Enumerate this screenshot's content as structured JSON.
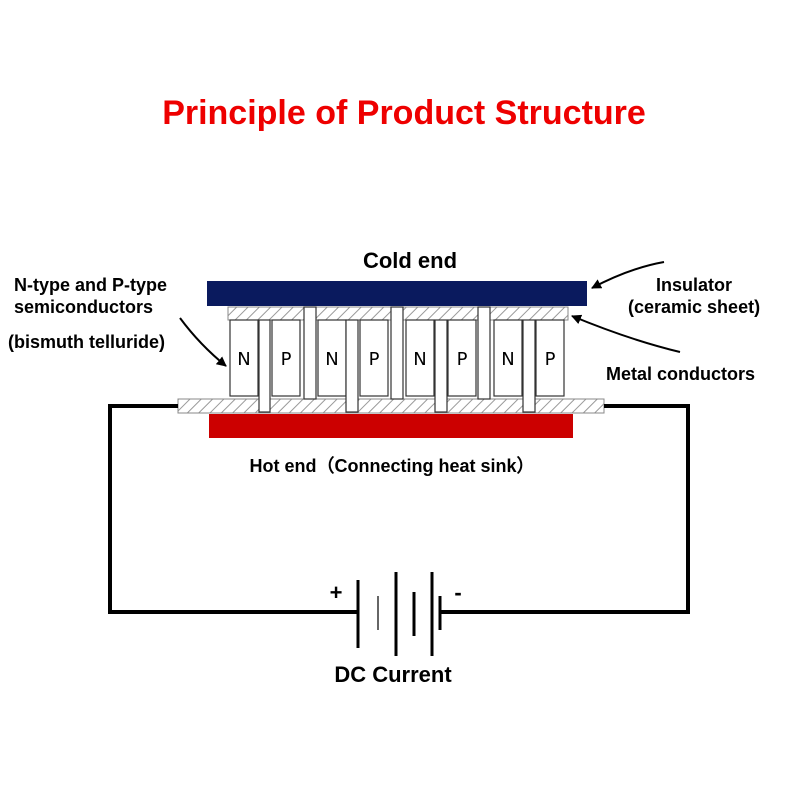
{
  "title": "Principle of Product Structure",
  "labels": {
    "cold_end": "Cold end",
    "insulator_line1": "Insulator",
    "insulator_line2": "(ceramic sheet)",
    "semi_line1": "N-type and P-type",
    "semi_line2": "semiconductors",
    "semi_line3": "(bismuth telluride)",
    "metal_conductors": "Metal conductors",
    "hot_end": "Hot end（Connecting heat sink）",
    "dc_current": "DC Current",
    "plus": "+",
    "minus": "-"
  },
  "semiconductors": [
    "N",
    "P",
    "N",
    "P",
    "N",
    "P",
    "N",
    "P"
  ],
  "colors": {
    "title": "#ee0000",
    "cold_plate": "#0a1a5e",
    "hot_plate": "#cc0000",
    "wire": "#000000"
  }
}
